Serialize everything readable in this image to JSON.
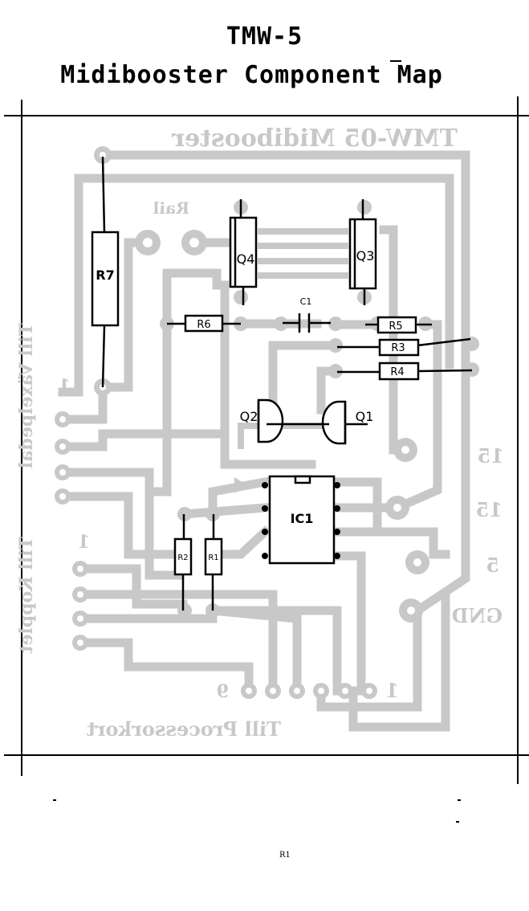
{
  "title": "TMW-5",
  "subtitle": "Midibooster Component Map",
  "board": {
    "silkscreen_title": "TMW-05 Midibooster",
    "rail_label": "Rail",
    "left_connector_top_label": "Till Växelpedal",
    "left_connector_top_pin": "1",
    "left_connector_bottom_label": "Till Kopplet",
    "left_connector_bottom_pin": "1",
    "bottom_label": "Till Processorkort",
    "bottom_pin_first": "9",
    "bottom_pin_last": "1",
    "right_label_15a": "15",
    "right_label_15b": "15",
    "right_label_5": "5",
    "right_label_gnd": "GND"
  },
  "components": {
    "r7": "R7",
    "q4": "Q4",
    "q3": "Q3",
    "c1": "C1",
    "r6": "R6",
    "r5": "R5",
    "r3": "R3",
    "r4": "R4",
    "q2": "Q2",
    "q1": "Q1",
    "ic1": "IC1",
    "r2": "R2",
    "r1": "R1"
  },
  "footer_label": "R1",
  "colors": {
    "trace": "#c8c8c8",
    "component": "#000000",
    "background": "#ffffff"
  }
}
